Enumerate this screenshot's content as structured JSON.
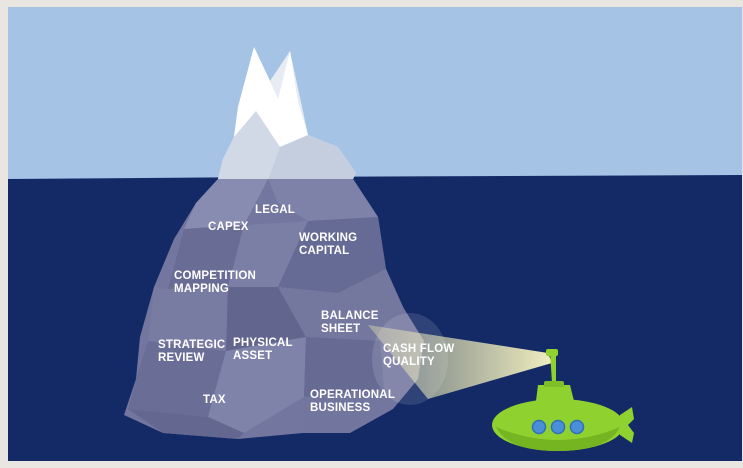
{
  "labels": [
    {
      "id": "legal",
      "lines": [
        "LEGAL"
      ]
    },
    {
      "id": "capex",
      "lines": [
        "CAPEX"
      ]
    },
    {
      "id": "working-capital",
      "lines": [
        "WORKING",
        "CAPITAL"
      ]
    },
    {
      "id": "competition-mapping",
      "lines": [
        "COMPETITION",
        "MAPPING"
      ]
    },
    {
      "id": "balance-sheet",
      "lines": [
        "BALANCE",
        "SHEET"
      ]
    },
    {
      "id": "strategic-review",
      "lines": [
        "STRATEGIC",
        "REVIEW"
      ]
    },
    {
      "id": "physical-asset",
      "lines": [
        "PHYSICAL",
        "ASSET"
      ]
    },
    {
      "id": "cash-flow-quality",
      "lines": [
        "CASH FLOW",
        "QUALITY"
      ]
    },
    {
      "id": "tax",
      "lines": [
        "TAX"
      ]
    },
    {
      "id": "operational-business",
      "lines": [
        "OPERATIONAL",
        "BUSINESS"
      ]
    }
  ],
  "colors": {
    "sky": "#a4c3e5",
    "sea": "#142a66",
    "submarine": "#8fd12f",
    "portholes": "#4a90d9",
    "beam": "#f3efae"
  }
}
